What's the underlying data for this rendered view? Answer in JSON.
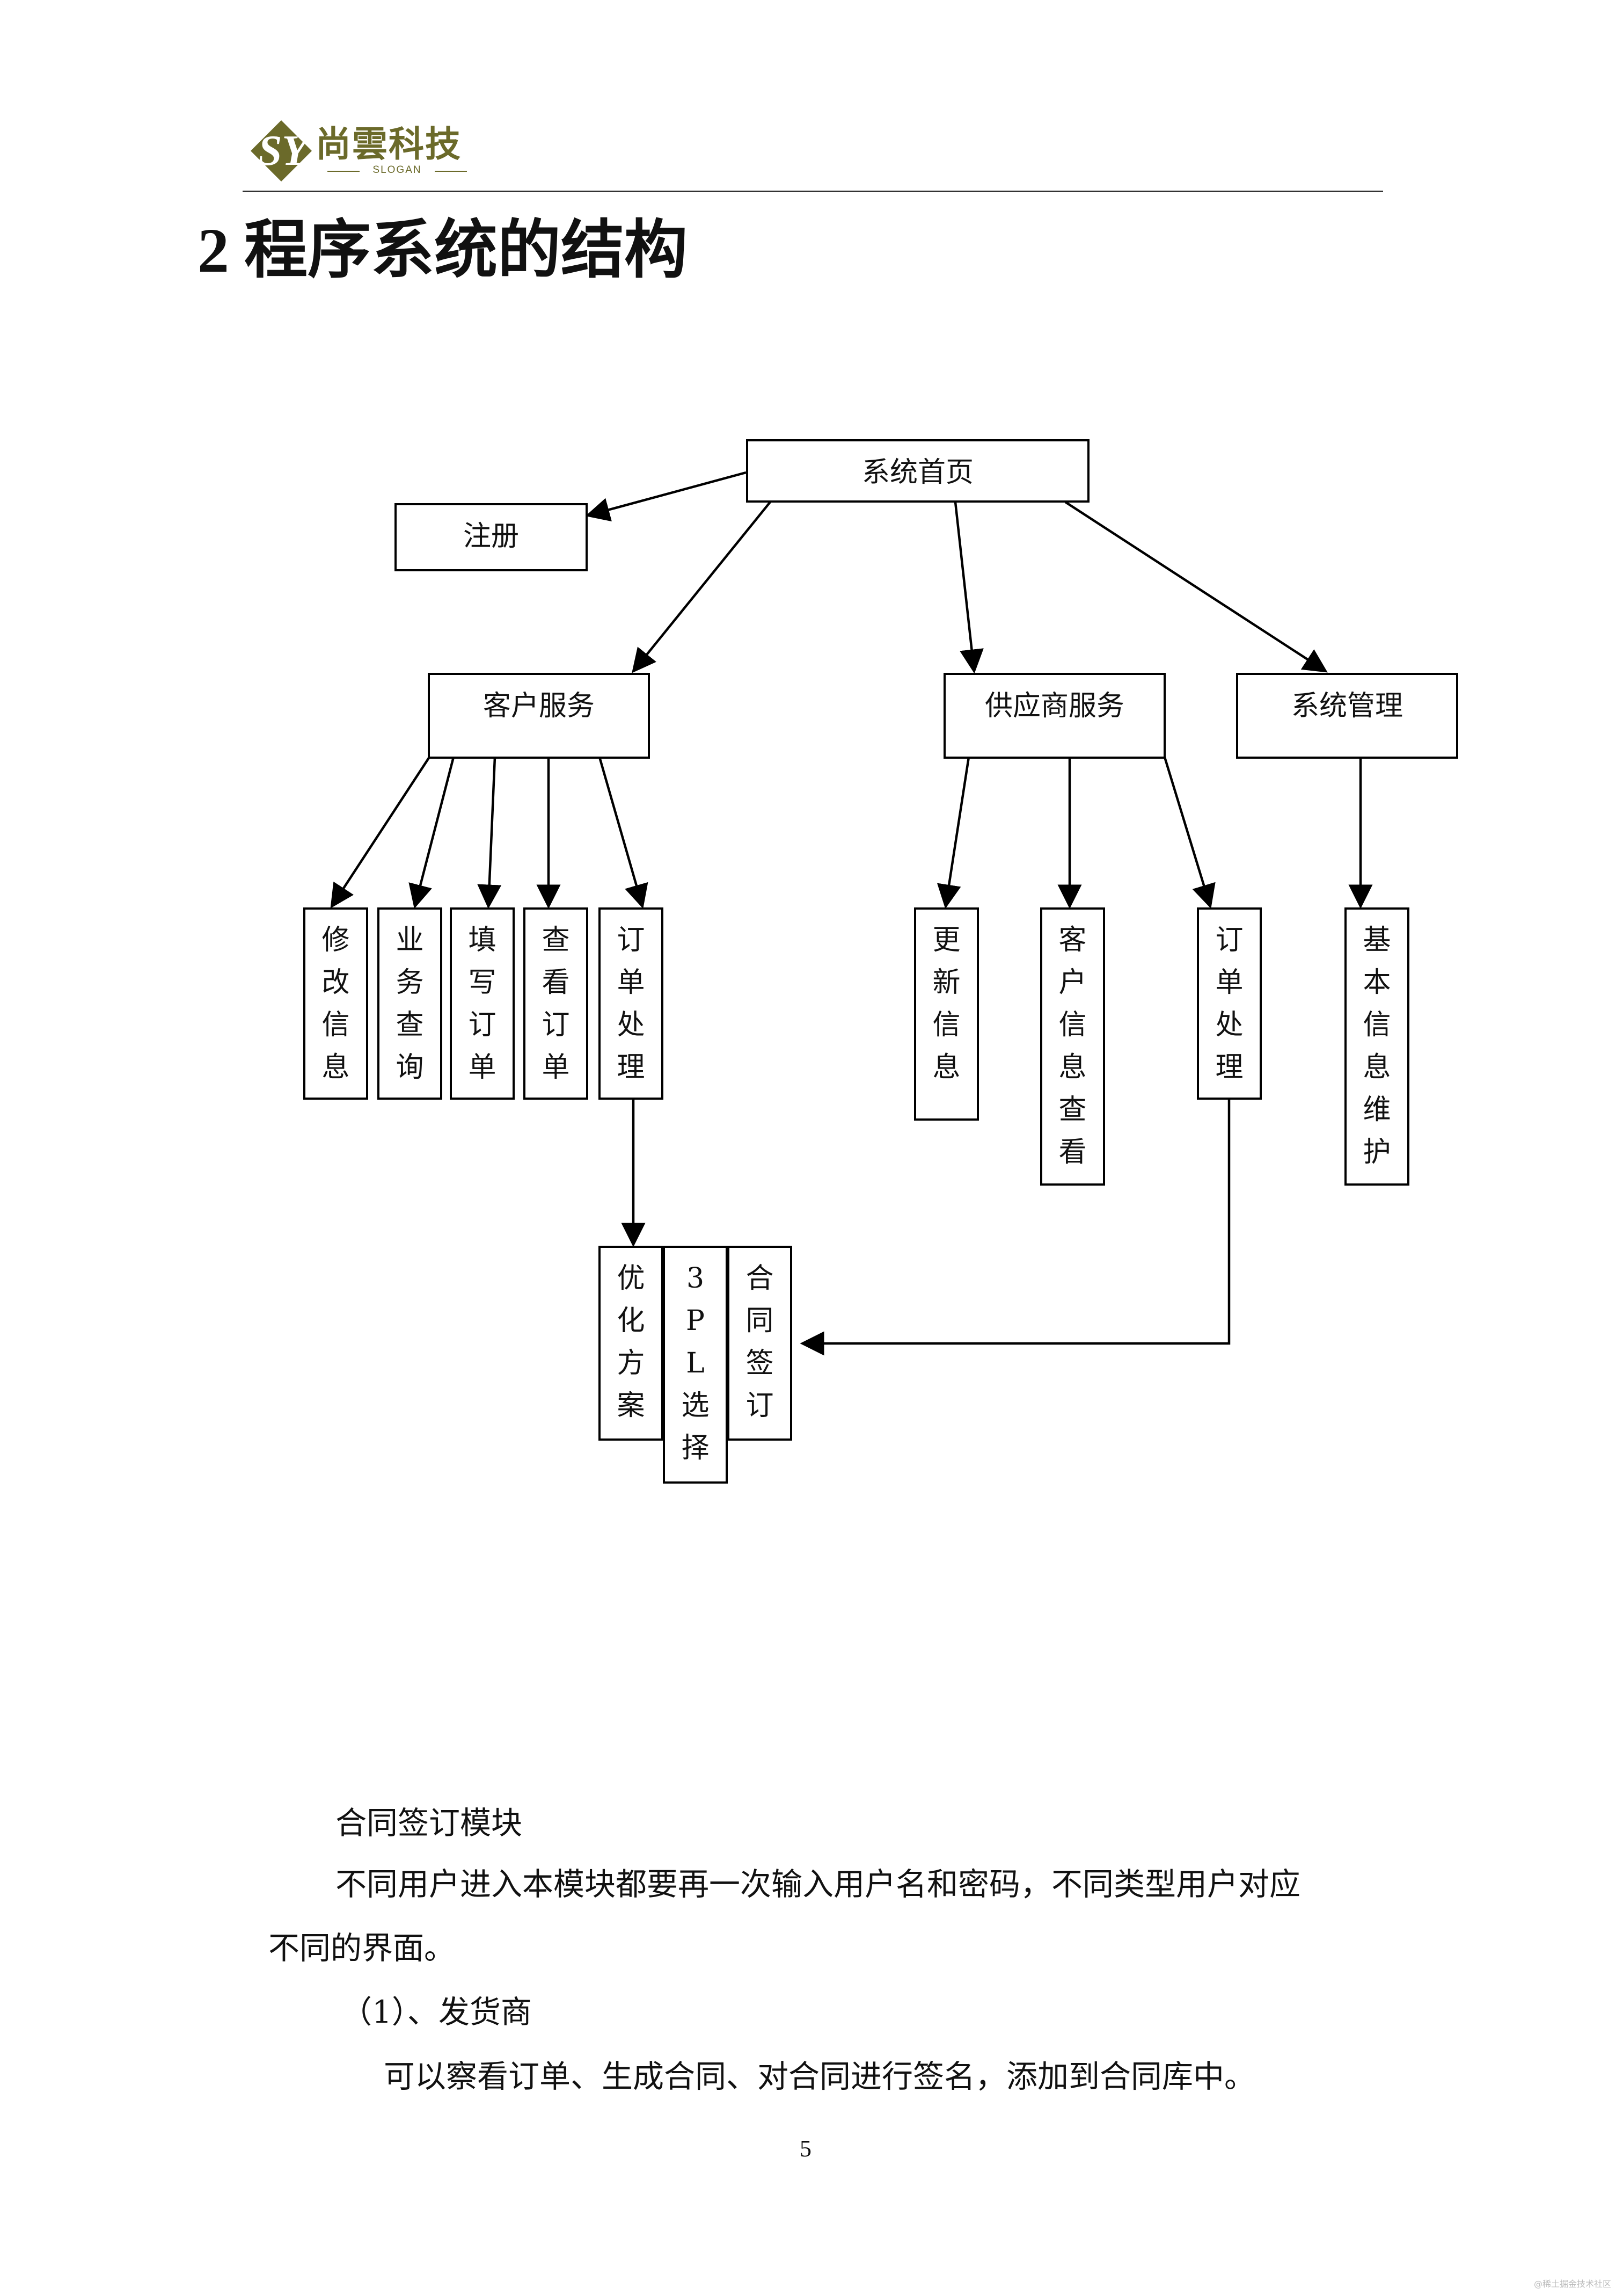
{
  "header": {
    "logo_mark": "SY",
    "company_name": "尚雲科技",
    "slogan": "SLOGAN",
    "brand_color": "#6b6a2a"
  },
  "heading": {
    "number": "2",
    "text": "程序系统的结构"
  },
  "diagram": {
    "root": "系统首页",
    "register": "注册",
    "customer_service": "客户服务",
    "supplier_service": "供应商服务",
    "system_management": "系统管理",
    "customer_children": [
      "修改信息",
      "业务查询",
      "填写订单",
      "查看订单",
      "订单处理"
    ],
    "supplier_children": [
      "更新信息",
      "客户信息查看",
      "订单处理"
    ],
    "management_children": [
      "基本信息维护"
    ],
    "order_processing_children": [
      "优化方案",
      "3PL选择",
      "合同签订"
    ]
  },
  "body": {
    "module_title": "合同签订模块",
    "paragraph_line1": "不同用户进入本模块都要再一次输入用户名和密码，不同类型用户对应",
    "paragraph_line2": "不同的界面。",
    "item_label": "（1）、发货商",
    "item_text": "可以察看订单、生成合同、对合同进行签名，添加到合同库中。"
  },
  "footer": {
    "page_number": "5",
    "watermark": "@稀土掘金技术社区"
  }
}
